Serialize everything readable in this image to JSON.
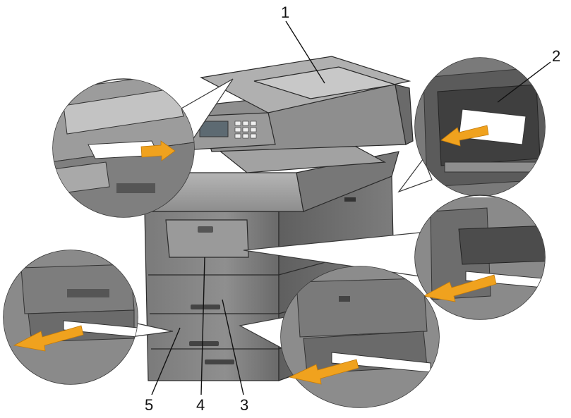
{
  "callouts": [
    {
      "id": "1",
      "label": "1"
    },
    {
      "id": "2",
      "label": "2"
    },
    {
      "id": "3",
      "label": "3"
    },
    {
      "id": "4",
      "label": "4"
    },
    {
      "id": "5",
      "label": "5"
    }
  ],
  "colors": {
    "body_dark": "#6e6e6e",
    "body_mid": "#8a8a8a",
    "body_light": "#a9a9a9",
    "panel_top": "#9d9d9d",
    "arrow": "#f0a21e",
    "paper": "#ffffff",
    "line": "#111111"
  },
  "icons": {
    "arrow": "pull-out-arrow-icon",
    "paper": "jammed-paper-icon"
  }
}
